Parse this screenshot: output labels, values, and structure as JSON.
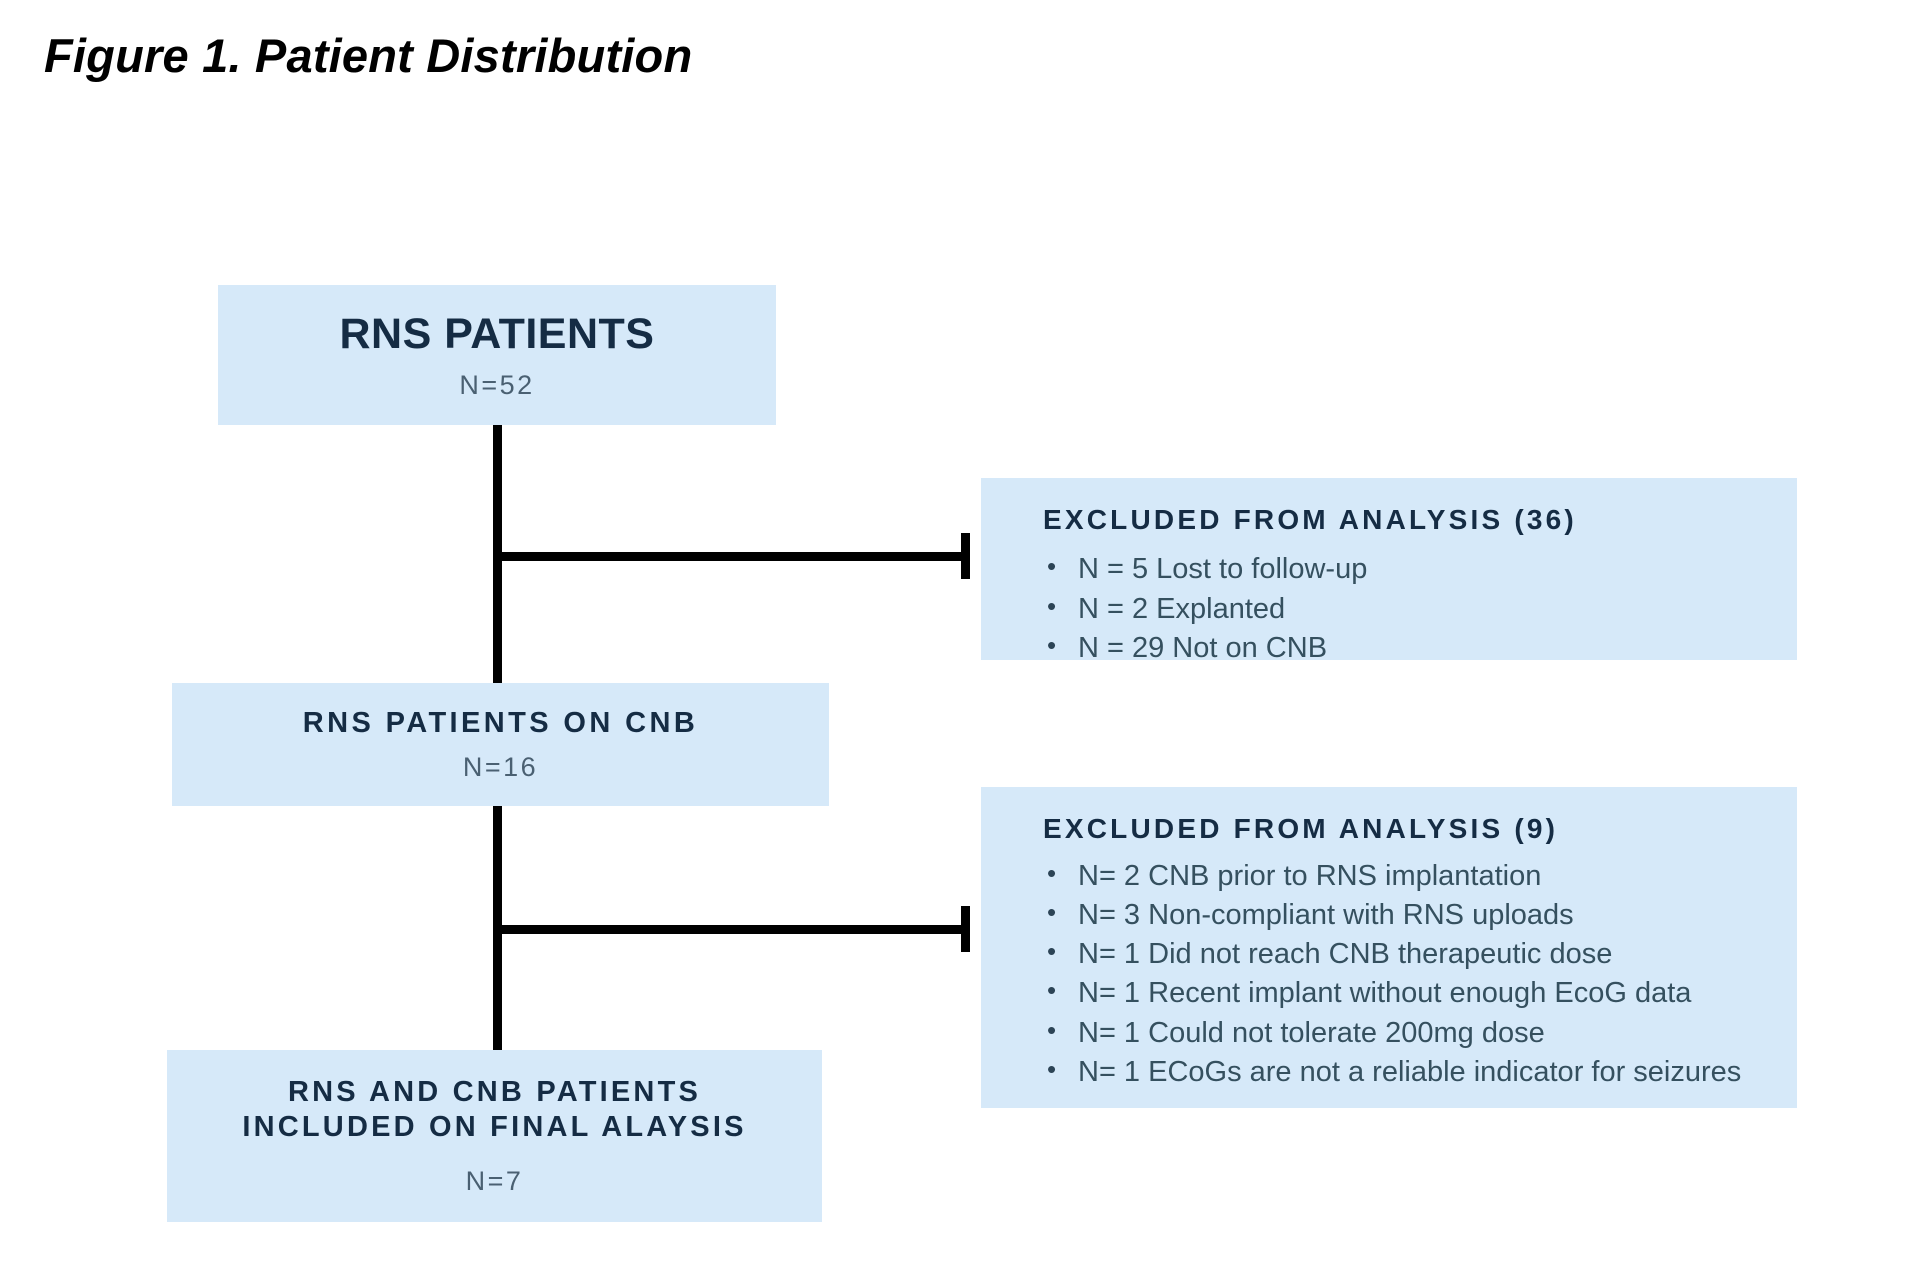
{
  "figure": {
    "title": "Figure 1. Patient Distribution"
  },
  "colors": {
    "box_fill": "#d6e9f9",
    "heading_text": "#152c44",
    "body_text": "#35505f",
    "count_text": "#4a6072",
    "connector": "#000000",
    "page_background": "#ffffff"
  },
  "flow": {
    "nodes": [
      {
        "id": "rns-patients",
        "heading": "RNS PATIENTS",
        "count": "N=52"
      },
      {
        "id": "rns-patients-on-cnb",
        "heading": "RNS PATIENTS ON CNB",
        "count": "N=16"
      },
      {
        "id": "final-included",
        "heading_line1": "RNS AND CNB PATIENTS",
        "heading_line2": "INCLUDED ON FINAL ALAYSIS",
        "count": "N=7"
      }
    ],
    "excluded": [
      {
        "id": "excluded-36",
        "heading": "EXCLUDED FROM ANALYSIS (36)",
        "total": 36,
        "items": [
          "N = 5 Lost to follow-up",
          "N = 2 Explanted",
          "N = 29 Not on CNB"
        ]
      },
      {
        "id": "excluded-9",
        "heading": "EXCLUDED FROM ANALYSIS (9)",
        "total": 9,
        "items": [
          "N= 2 CNB prior to RNS implantation",
          "N= 3 Non-compliant with RNS uploads",
          "N= 1 Did not reach CNB therapeutic dose",
          "N= 1 Recent implant without enough EcoG data",
          "N= 1 Could not tolerate 200mg dose",
          "N= 1 ECoGs are not a reliable indicator for seizures"
        ]
      }
    ]
  }
}
